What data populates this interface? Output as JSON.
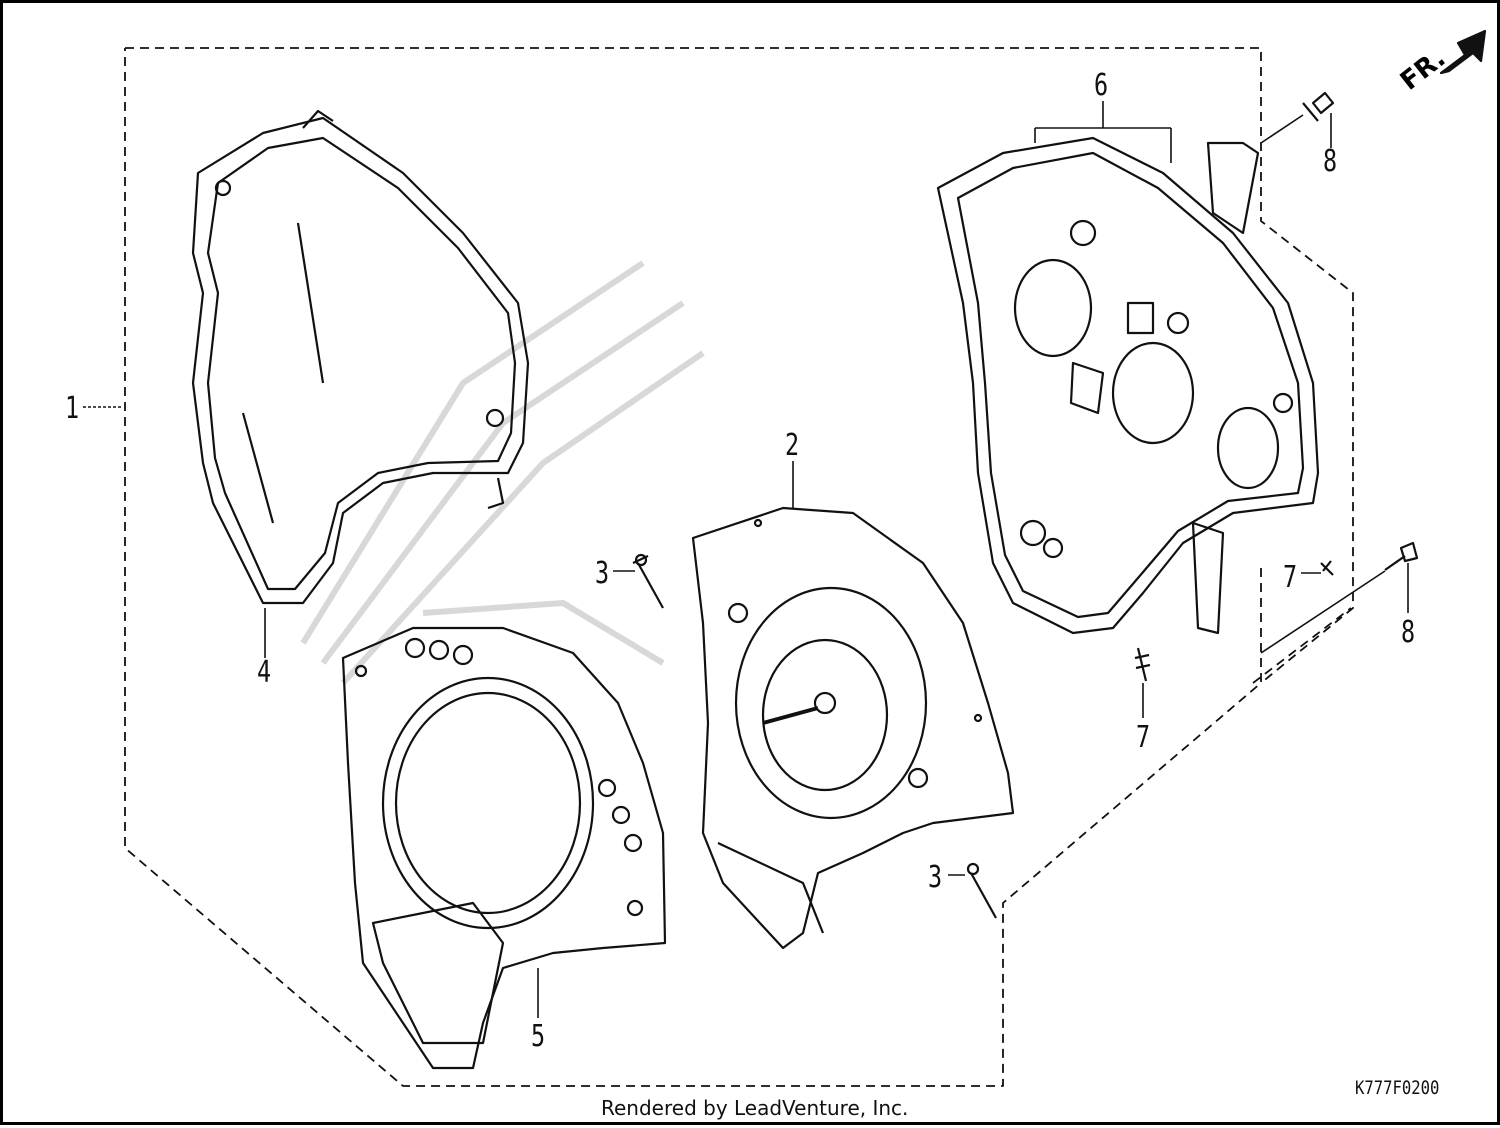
{
  "callouts": {
    "c1": "1",
    "c2": "2",
    "c3a": "3",
    "c3b": "3",
    "c4": "4",
    "c5": "5",
    "c6": "6",
    "c7a": "7",
    "c7b": "7",
    "c8a": "8",
    "c8b": "8"
  },
  "direction_label": "FR.",
  "drawing_code": "K777F0200",
  "credit": "Rendered by LeadVenture, Inc.",
  "colors": {
    "line": "#111111",
    "watermark": "#cfcfcf",
    "background": "#ffffff"
  }
}
